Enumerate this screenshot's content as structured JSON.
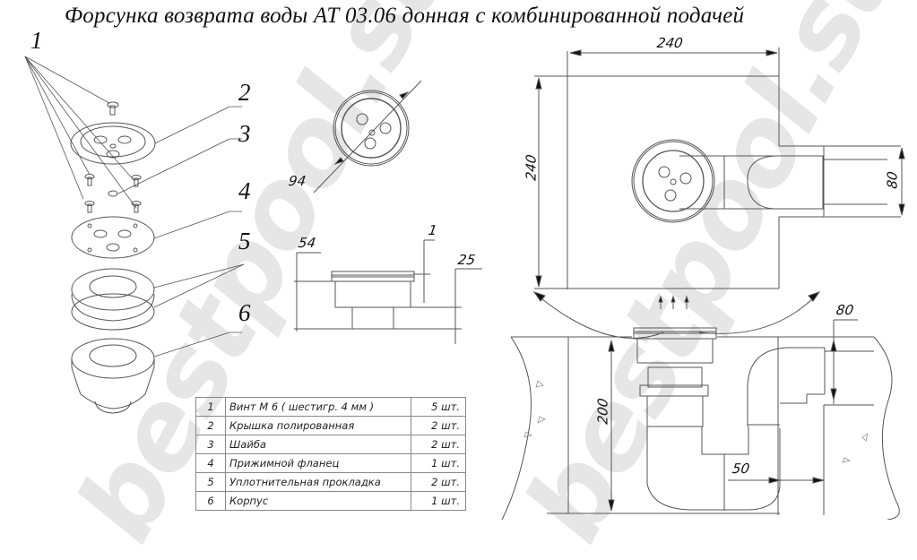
{
  "title": "Форсунка возврата воды  АТ 03.06 донная с комбинированной подачей",
  "callouts": [
    "1",
    "2",
    "3",
    "4",
    "5",
    "6"
  ],
  "dimensions": {
    "top_view_diameter": "94",
    "side_height": "54",
    "side_lip": "1",
    "side_body": "25",
    "plan_width": "240",
    "plan_height": "240",
    "plan_pipe": "80",
    "section_pipe": "80",
    "section_depth": "200",
    "section_offset": "50"
  },
  "parts_table": {
    "rows": [
      {
        "num": "1",
        "name": "Винт М  6 ( шестигр. 4 мм )",
        "qty": "5  шт."
      },
      {
        "num": "2",
        "name": "Крышка полированная",
        "qty": "2  шт."
      },
      {
        "num": "3",
        "name": "Шайба",
        "qty": "2  шт."
      },
      {
        "num": "4",
        "name": "Прижимной фланец",
        "qty": "1  шт."
      },
      {
        "num": "5",
        "name": "Уплотнительная прокладка",
        "qty": "2  шт."
      },
      {
        "num": "6",
        "name": "Корпус",
        "qty": "1  шт."
      }
    ]
  },
  "watermark": "bestpool.su",
  "colors": {
    "line": "#555555",
    "text": "#111111",
    "watermark": "#d0d0d0"
  }
}
